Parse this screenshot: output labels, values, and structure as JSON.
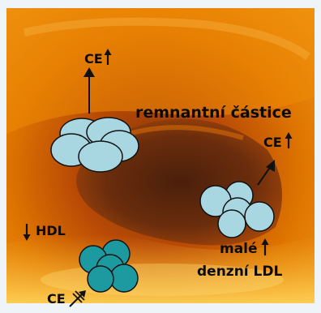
{
  "labels": {
    "remnant_particles": "remnantní částice",
    "ce_top": "CE",
    "ce_right": "CE",
    "hdl": "HDL",
    "small_line": "malé",
    "dense_line": "denzní LDL",
    "ce_bottom": "CE"
  },
  "colors": {
    "frame": "#eef4f8",
    "wall_outer": "#e58a00",
    "wall_mid": "#d66f00",
    "lumen_dark": "#5a2a0f",
    "highlight": "#ffd75a",
    "remnant_fill": "#a9d7e1",
    "ldl_fill": "#a9d7e1",
    "hdl_fill": "#1d9aa0",
    "outline": "#121212",
    "text": "#0b0b0b"
  },
  "icons": {
    "increase": "up-arrow-icon",
    "decrease": "down-arrow-icon",
    "blocked": "crossed-arrow-icon"
  }
}
